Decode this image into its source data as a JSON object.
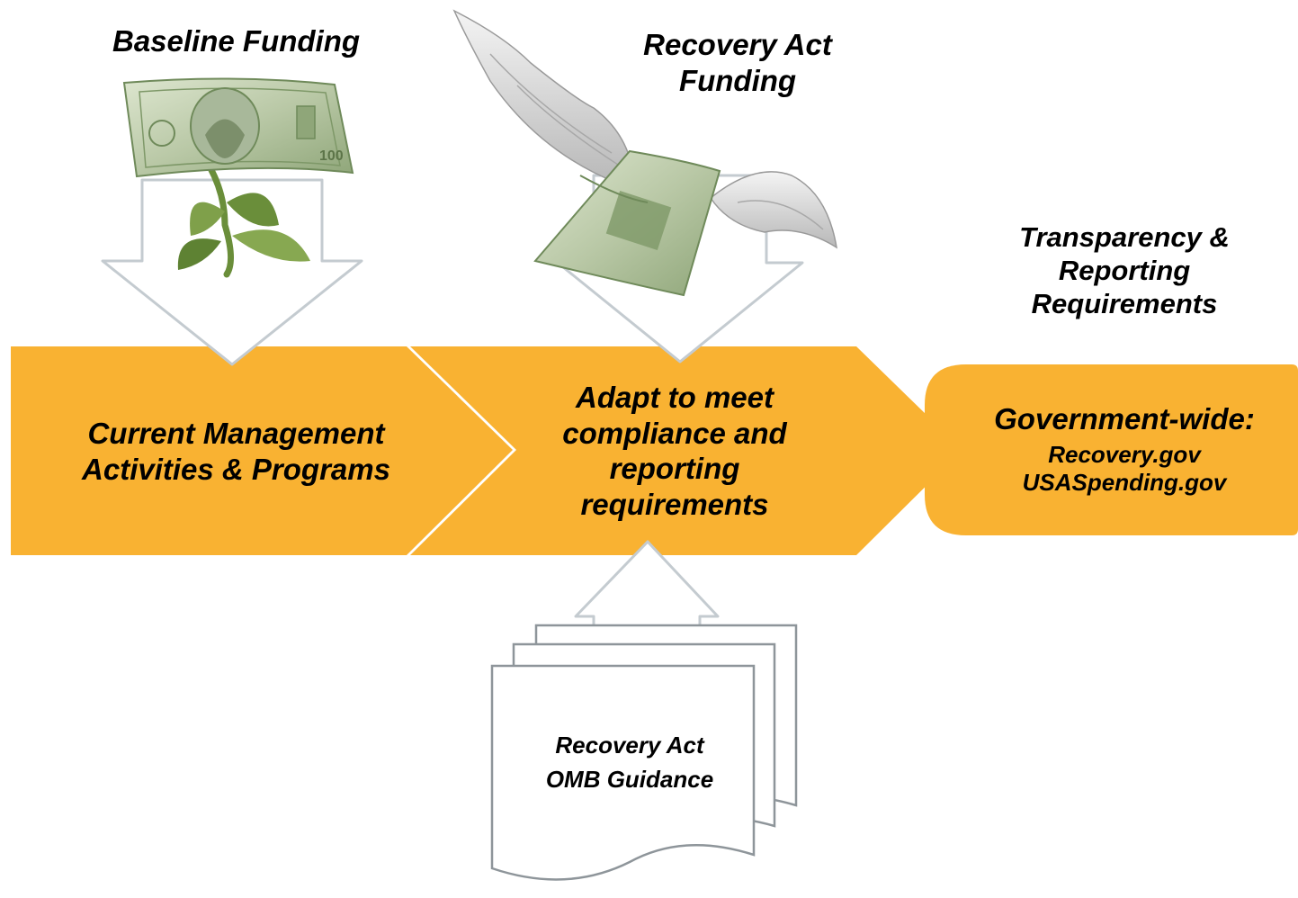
{
  "labels": {
    "baseline_funding": "Baseline Funding",
    "recovery_act_funding": [
      "Recovery Act",
      "Funding"
    ],
    "transparency": [
      "Transparency &",
      "Reporting",
      "Requirements"
    ],
    "current_management": [
      "Current Management",
      "Activities & Programs"
    ],
    "adapt": [
      "Adapt to meet",
      "compliance and",
      "reporting",
      "requirements"
    ],
    "government_wide": {
      "heading": "Government-wide:",
      "sites": [
        "Recovery.gov",
        "USASpending.gov"
      ]
    },
    "omb_guidance": [
      "Recovery Act",
      "OMB Guidance"
    ]
  },
  "colors": {
    "process_fill": "#F9B232",
    "process_edge": "#E0A12C",
    "arrow_fill": "#FFFFFF",
    "arrow_stroke": "#C4CBD0",
    "doc_stroke": "#8E959A",
    "bill_green": "#9DB38A",
    "leaf_green": "#6A8E3A"
  },
  "icons": {
    "baseline_image": "dollar-bill-with-sprout",
    "recovery_image": "winged-dollar-bill",
    "guidance_image": "stacked-documents"
  }
}
